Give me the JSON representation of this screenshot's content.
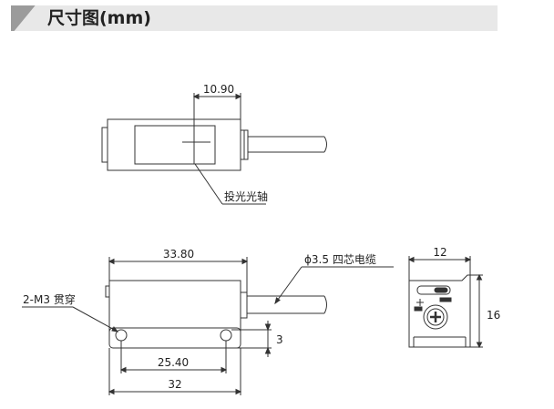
{
  "header": {
    "title": "尺寸图(mm)"
  },
  "top_view": {
    "dimension_width": "10.90",
    "label_optical_axis": "投光光轴"
  },
  "front_view": {
    "dimension_total": "33.80",
    "dimension_hole_pitch": "25.40",
    "dimension_base": "32",
    "dimension_hole_offset": "3",
    "label_mount_holes": "2-M3 贯穿",
    "label_cable": "ϕ3.5 四芯电缆"
  },
  "side_view": {
    "dimension_width": "12",
    "dimension_height": "16"
  },
  "colors": {
    "line": "#333333",
    "header_bg": "#e8e8e8",
    "header_accent": "#9b9b9b"
  }
}
